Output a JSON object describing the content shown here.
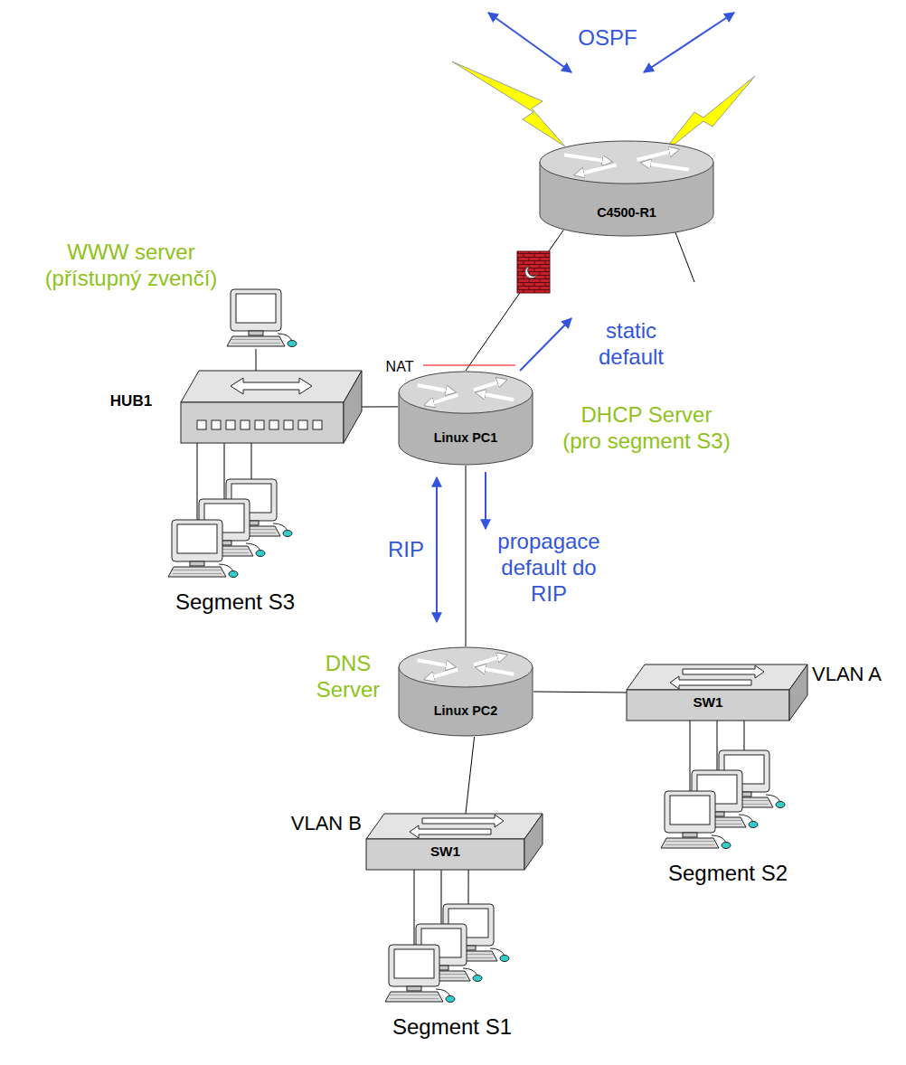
{
  "diagram": {
    "nodes": [
      {
        "text": [
          "C4500-R1"
        ]
      },
      {
        "text": [
          "WWW server (přístupný zvenčí)"
        ]
      },
      {
        "text": [
          "HUB1"
        ]
      },
      {
        "text": [
          "Linux PC1",
          "DHCP Server (pro segment S3)"
        ]
      },
      {
        "text": [
          "Segment S3"
        ]
      },
      {
        "text": [
          "Linux PC2",
          "DNS Server"
        ]
      },
      {
        "text": [
          "SW1",
          "VLAN A"
        ]
      },
      {
        "text": [
          "Segment S2"
        ]
      },
      {
        "text": [
          "SW1",
          "VLAN B"
        ]
      },
      {
        "text": [
          "Segment S1"
        ]
      }
    ],
    "edges": [
      {
        "from": 3,
        "to": 0,
        "arrow": "none"
      },
      {
        "from": 1,
        "to": 2,
        "arrow": "none"
      },
      {
        "from": 2,
        "to": 3,
        "arrow": "none"
      },
      {
        "from": 2,
        "to": 4,
        "arrow": "none"
      },
      {
        "from": 3,
        "to": 5,
        "arrow": "none"
      },
      {
        "from": 5,
        "to": 6,
        "arrow": "none"
      },
      {
        "from": 6,
        "to": 7,
        "arrow": "none"
      },
      {
        "from": 5,
        "to": 8,
        "arrow": "none"
      },
      {
        "from": 8,
        "to": 9,
        "arrow": "none"
      }
    ],
    "labels": [
      "OSPF",
      "NAT",
      "static default",
      "RIP",
      "propagace default do RIP"
    ]
  }
}
